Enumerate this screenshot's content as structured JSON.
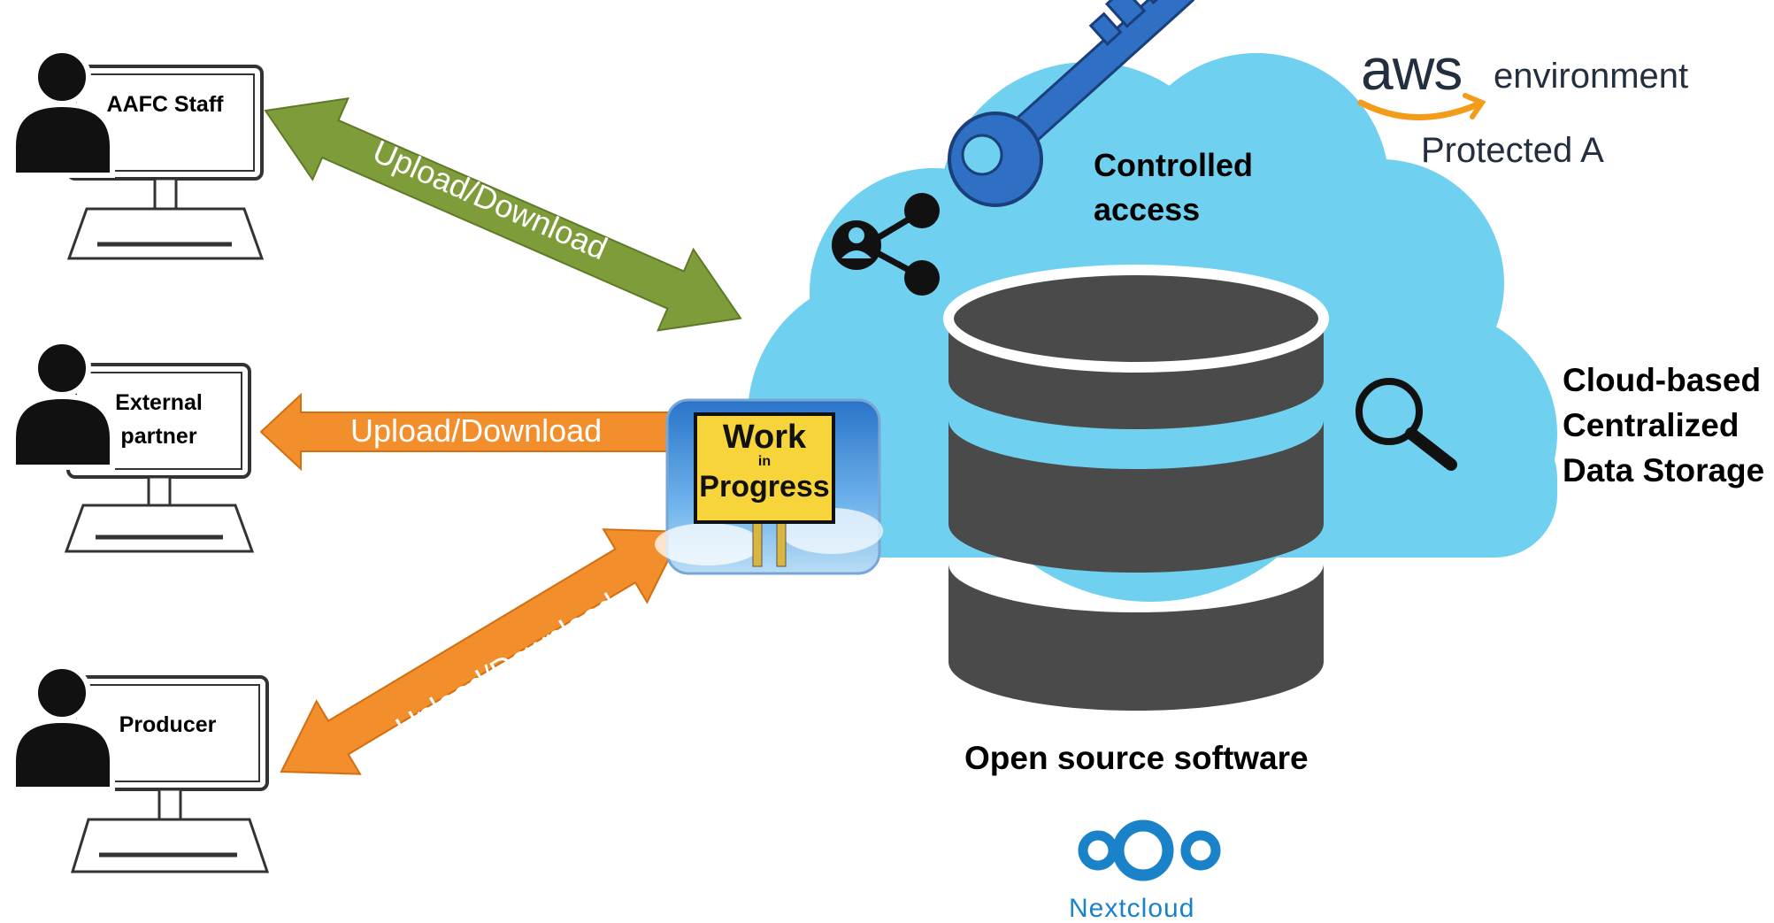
{
  "users": [
    {
      "id": "aafc",
      "label": "AAFC Staff"
    },
    {
      "id": "external",
      "label_lines": [
        "External",
        "partner"
      ]
    },
    {
      "id": "producer",
      "label": "Producer"
    }
  ],
  "arrows": [
    {
      "label": "Upload/Download",
      "color": "#7f9c3a"
    },
    {
      "label": "Upload/Download",
      "color": "#f28e2b"
    },
    {
      "label": "Upload/Download",
      "color": "#f28e2b"
    }
  ],
  "sign": {
    "line1": "Work",
    "line2": "in",
    "line3": "Progress"
  },
  "cloud": {
    "controlled_access_lines": [
      "Controlled",
      "access"
    ],
    "aws_logo": "aws",
    "aws_environment": "environment",
    "protected": "Protected A"
  },
  "storage": {
    "lines": [
      "Cloud-based",
      "Centralized",
      "Data Storage"
    ]
  },
  "software": {
    "label": "Open source software"
  },
  "nextcloud": {
    "label": "Nextcloud"
  },
  "colors": {
    "cloud": "#6fd0ef",
    "database": "#4a4a4a",
    "green_arrow": "#7f9c3a",
    "orange_arrow": "#f28e2b",
    "key": "#2f6fc4",
    "nextcloud": "#1a82c8"
  }
}
